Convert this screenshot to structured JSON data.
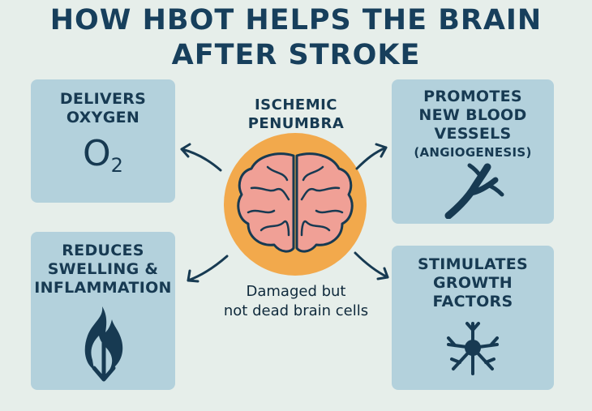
{
  "title_line1": "HOW HBOT HELPS THE BRAIN",
  "title_line2": "AFTER STROKE",
  "center": {
    "label_line1": "ISCHEMIC",
    "label_line2": "PENUMBRA",
    "caption_line1": "Damaged but",
    "caption_line2": "not dead brain cells"
  },
  "cards": {
    "oxygen": {
      "line1": "DELIVERS",
      "line2": "OXYGEN",
      "symbol": "O",
      "symbol_sub": "2",
      "icon": "o2-symbol"
    },
    "vessels": {
      "line1": "PROMOTES",
      "line2": "NEW BLOOD",
      "line3": "VESSELS",
      "line4": "(ANGIOGENESIS)",
      "icon": "blood-vessel-icon"
    },
    "swelling": {
      "line1": "REDUCES",
      "line2": "SWELLING &",
      "line3": "INFLAMMATION",
      "icon": "flame-down-arrow-icon"
    },
    "growth": {
      "line1": "STIMULATES",
      "line2": "GROWTH",
      "line3": "FACTORS",
      "icon": "neuron-icon"
    }
  },
  "colors": {
    "background": "#e6eeea",
    "card": "#b3d1dc",
    "text": "#173a52",
    "brain_halo": "#f2a94c",
    "brain": "#f0a096"
  }
}
